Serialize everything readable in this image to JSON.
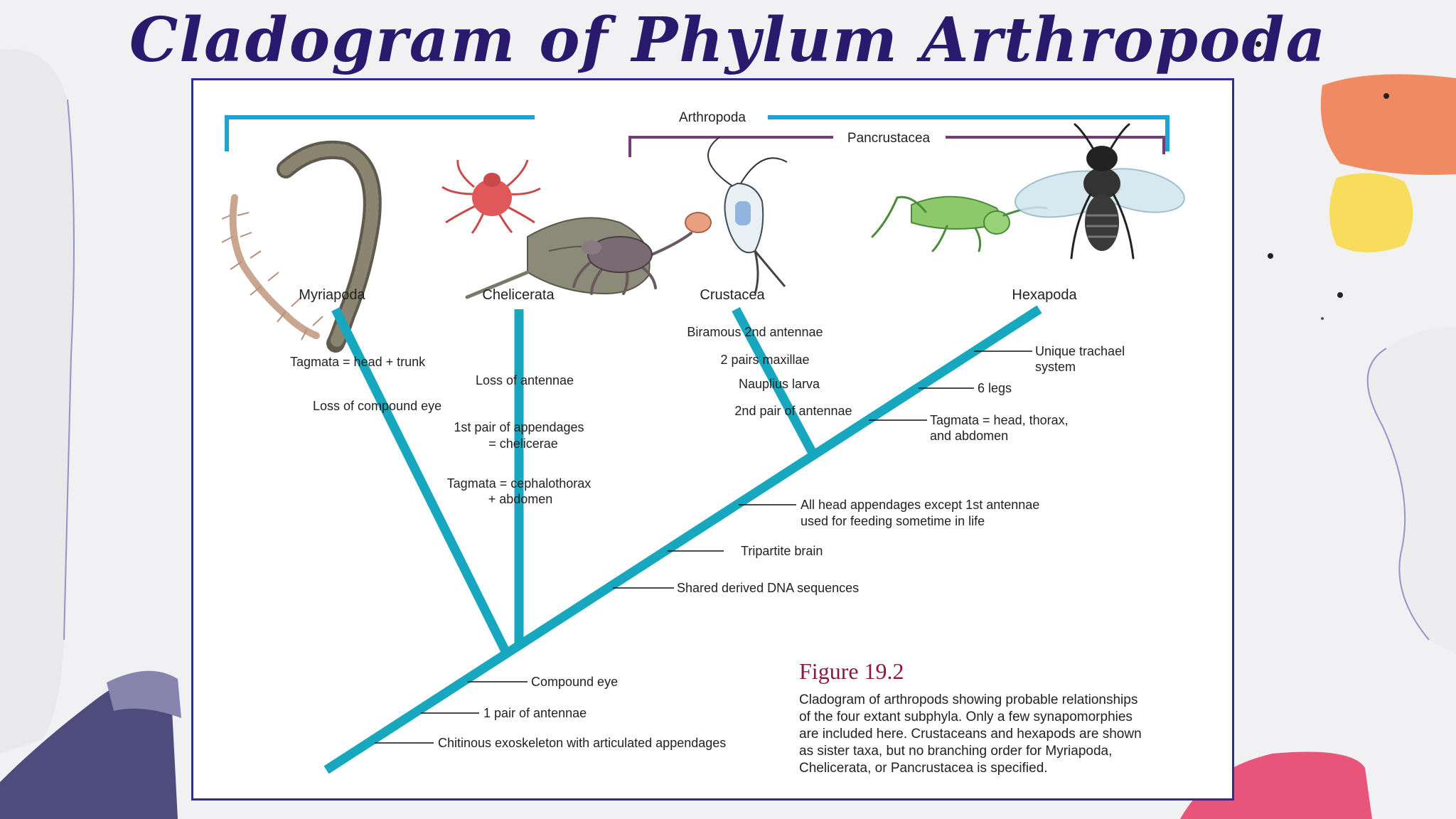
{
  "slide": {
    "title": "Cladogram of Phylum Arthropoda"
  },
  "clades": {
    "arthropoda": "Arthropoda",
    "pancrustacea": "Pancrustacea"
  },
  "taxa": {
    "myriapoda": "Myriapoda",
    "chelicerata": "Chelicerata",
    "crustacea": "Crustacea",
    "hexapoda": "Hexapoda"
  },
  "characters": {
    "myriapoda_1": "Tagmata = head + trunk",
    "myriapoda_2": "Loss of compound eye",
    "chelicerata_1": "Loss of antennae",
    "chelicerata_2a": "1st pair of appendages",
    "chelicerata_2b": "= chelicerae",
    "chelicerata_3a": "Tagmata = cephalothorax",
    "chelicerata_3b": "+ abdomen",
    "crustacea_1": "Biramous 2nd antennae",
    "crustacea_2": "2 pairs maxillae",
    "crustacea_3": "Nauplius larva",
    "crustacea_4": "2nd pair of antennae",
    "hexapoda_1a": "Unique trachael",
    "hexapoda_1b": "system",
    "hexapoda_2": "6 legs",
    "hexapoda_3a": "Tagmata = head, thorax,",
    "hexapoda_3b": "and abdomen",
    "pancrustacea_1a": "All head appendages except 1st antennae",
    "pancrustacea_1b": "used for feeding sometime in life",
    "tripartite": "Tripartite brain",
    "dna": "Shared derived DNA sequences",
    "compound_eye": "Compound eye",
    "antennae": "1 pair of antennae",
    "exoskeleton": "Chitinous exoskeleton with articulated appendages"
  },
  "figure": {
    "label": "Figure 19.2",
    "caption_lines": [
      "Cladogram of arthropods showing probable relationships",
      "of the four extant subphyla. Only a few synapomorphies",
      "are included here. Crustaceans and hexapods are shown",
      "as sister taxa, but no branching order for Myriapoda,",
      "Chelicerata, or Pancrustacea is specified."
    ]
  },
  "colors": {
    "title": "#2a1a6e",
    "branch": "#17a7bf",
    "arthropoda_bracket": "#1ea3cf",
    "pancrustacea_bracket": "#7a3a78",
    "panel_border": "#2f2aa0",
    "figure_label": "#8a1a3a"
  },
  "illustrations": [
    "centipede-icon",
    "millipede-icon",
    "mite-icon",
    "horseshoe-crab-icon",
    "crab-icon",
    "copepod-icon",
    "grasshopper-icon",
    "bee-icon"
  ]
}
